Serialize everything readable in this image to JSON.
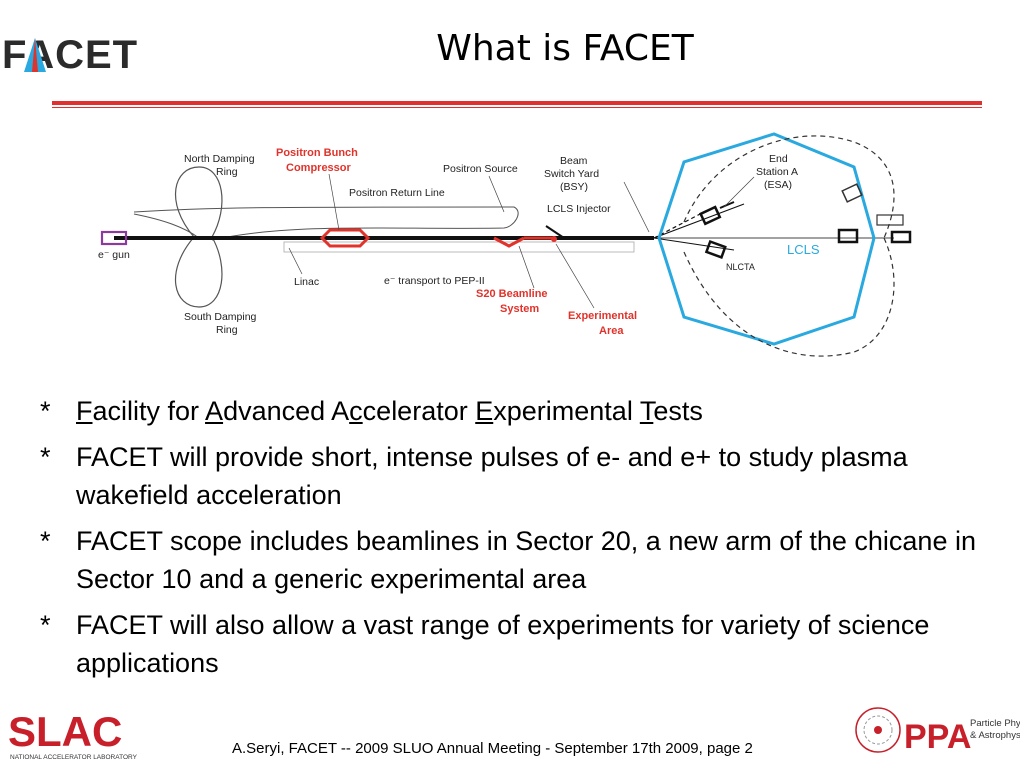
{
  "header": {
    "logo_text": "FACET",
    "title": "What is FACET"
  },
  "diagram": {
    "labels": {
      "north_damping_ring": [
        "North Damping",
        "Ring"
      ],
      "positron_bunch_compressor": [
        "Positron Bunch",
        "Compressor"
      ],
      "positron_return_line": "Positron Return Line",
      "positron_source": "Positron Source",
      "bsy": [
        "Beam",
        "Switch Yard",
        "(BSY)"
      ],
      "lcls_injector": "LCLS Injector",
      "end_station_a": [
        "End",
        "Station A",
        "(ESA)"
      ],
      "e_gun": "e⁻ gun",
      "linac": "Linac",
      "e_transport": "e⁻ transport to PEP-II",
      "s20_beamline": [
        "S20 Beamline",
        "System"
      ],
      "experimental_area": [
        "Experimental",
        "Area"
      ],
      "south_damping_ring": [
        "South Damping",
        "Ring"
      ],
      "nlcta": "NLCTA",
      "lcls": "LCLS"
    }
  },
  "bullets": [
    {
      "segments": [
        {
          "text": "F",
          "u": true
        },
        {
          "text": "acility for ",
          "u": false
        },
        {
          "text": "A",
          "u": true
        },
        {
          "text": "dvanced A",
          "u": false
        },
        {
          "text": "c",
          "u": true
        },
        {
          "text": "celerator ",
          "u": false
        },
        {
          "text": "E",
          "u": true
        },
        {
          "text": "xperimental ",
          "u": false
        },
        {
          "text": "T",
          "u": true
        },
        {
          "text": "ests",
          "u": false
        }
      ]
    },
    {
      "text": "FACET will provide short, intense pulses of e- and e+ to study plasma wakefield acceleration"
    },
    {
      "text": "FACET scope includes beamlines in Sector 20, a new arm of the chicane in Sector 10 and a generic experimental area"
    },
    {
      "text": "FACET will also allow a vast range of experiments for variety of science applications"
    }
  ],
  "bullet_marker": "*",
  "footer": {
    "slac_logo": "SLAC",
    "slac_sub": "NATIONAL ACCELERATOR LABORATORY",
    "text": "A.Seryi, FACET  -- 2009 SLUO Annual Meeting - September 17th 2009, page 2",
    "ppa_logo": "PPA",
    "ppa_sub": [
      "Particle Physics",
      "& Astrophysics"
    ]
  },
  "colors": {
    "accent_red": "#e03030",
    "facet_blue": "#2aa8e0",
    "label_red": "#e0332b",
    "lcls_blue": "#29a9df",
    "slac_red": "#c8202a"
  }
}
